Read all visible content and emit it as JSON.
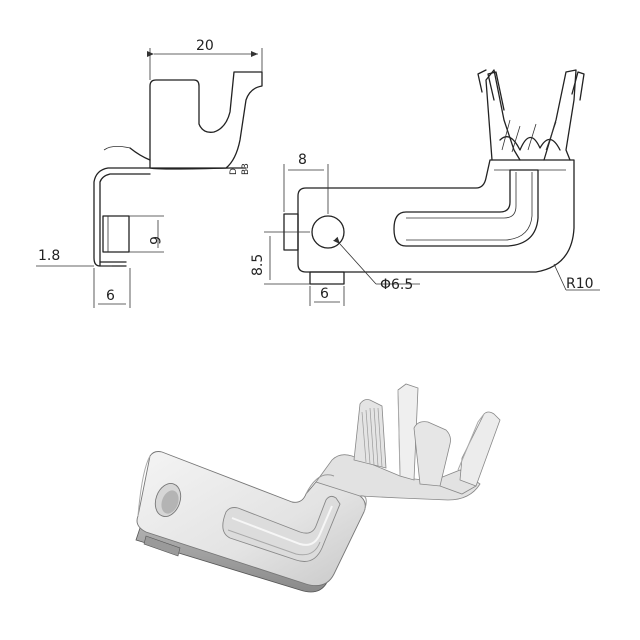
{
  "side_view": {
    "dim_top": "20",
    "dim_thickness": "1.8",
    "dim_bottom_width": "6",
    "dim_tab_height": "6",
    "small_labels": [
      "D",
      "B3"
    ]
  },
  "top_view": {
    "dim_hole_offset": "8",
    "dim_hole_height": "8.5",
    "dim_tab_width": "6",
    "dim_hole_diameter": "Φ6.5",
    "dim_radius": "R10"
  },
  "colors": {
    "line": "#222222",
    "metal_light": "#eeeeee",
    "metal_mid": "#cfcfcf",
    "metal_dark": "#9a9a9a"
  }
}
